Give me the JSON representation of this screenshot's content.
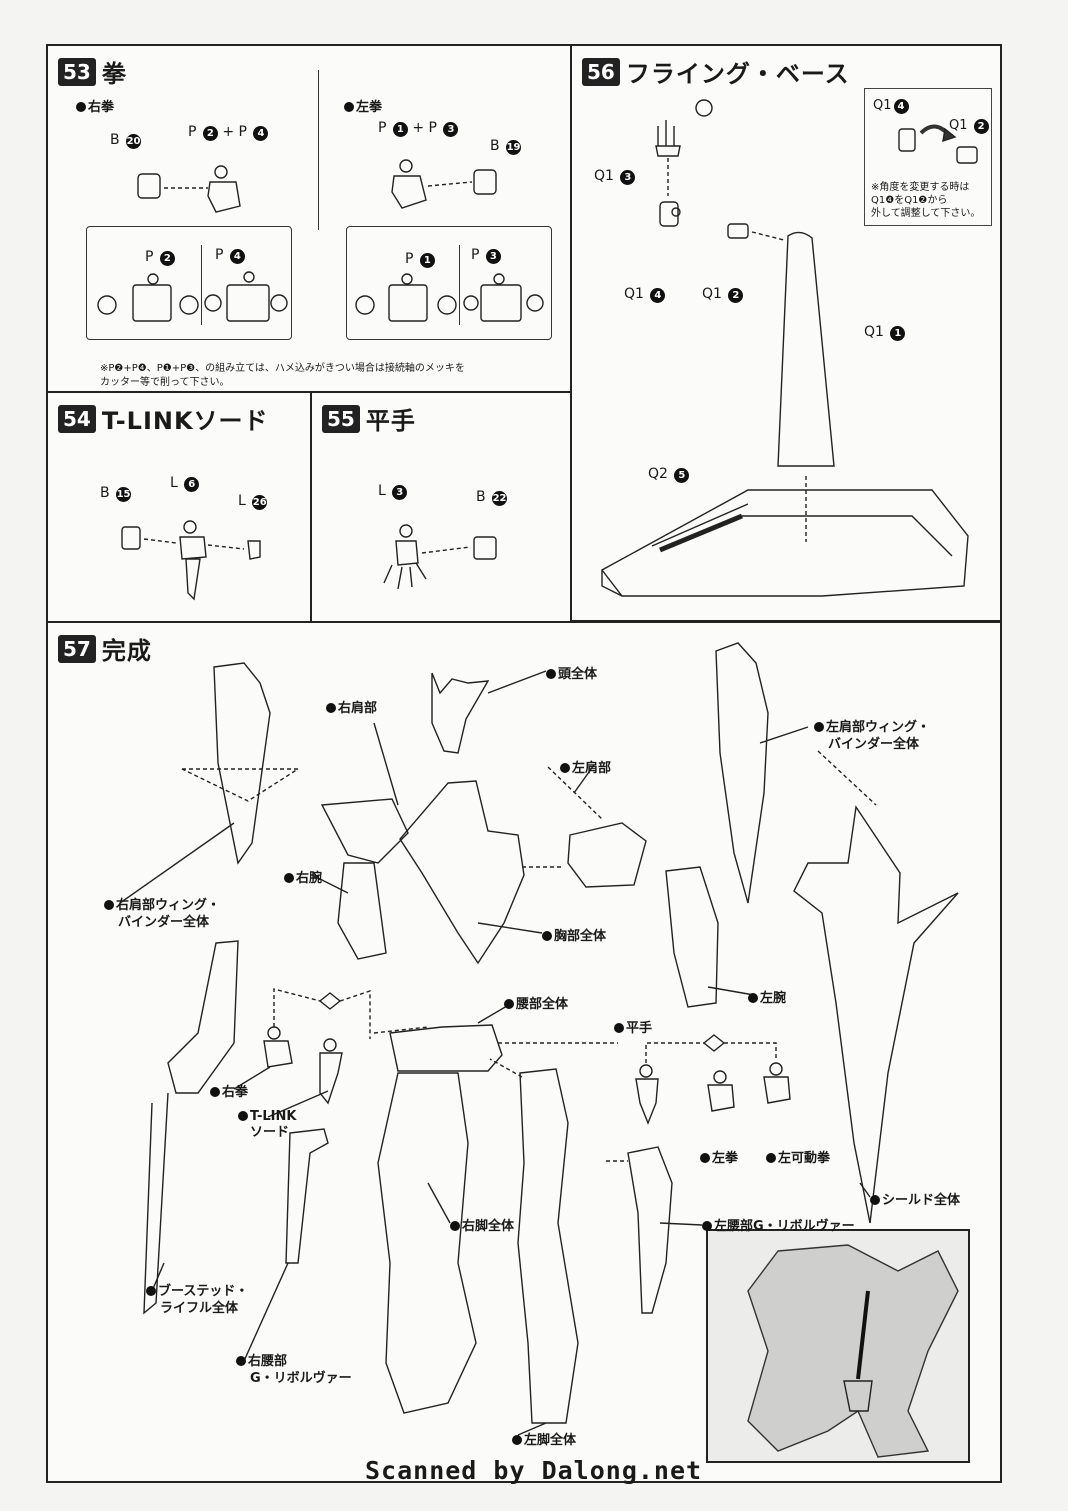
{
  "step53": {
    "number": "53",
    "title": "拳",
    "right_fist": "右拳",
    "left_fist": "左拳",
    "right_parts": {
      "runner1": "B",
      "n1": "20",
      "runner2": "P",
      "n2": "2",
      "plus": "+",
      "runner3": "P",
      "n3": "4"
    },
    "left_parts": {
      "runner1": "P",
      "n1": "1",
      "plus": "+",
      "runner2": "P",
      "n2": "3",
      "runner3": "B",
      "n3": "19"
    },
    "detail_right": {
      "a_runner": "P",
      "a_n": "2",
      "b_runner": "P",
      "b_n": "4"
    },
    "detail_left": {
      "a_runner": "P",
      "a_n": "1",
      "b_runner": "P",
      "b_n": "3"
    },
    "note_line1": "※P❷+P❹、P❶+P❸、の組み立ては、ハメ込みがきつい場合は接続軸のメッキを",
    "note_line2": "カッター等で削って下さい。"
  },
  "step54": {
    "number": "54",
    "title": "T-LINKソード",
    "parts": {
      "r1": "B",
      "n1": "15",
      "r2": "L",
      "n2": "6",
      "r3": "L",
      "n3": "26"
    }
  },
  "step55": {
    "number": "55",
    "title": "平手",
    "parts": {
      "r1": "L",
      "n1": "3",
      "r2": "B",
      "n2": "22"
    }
  },
  "step56": {
    "number": "56",
    "title": "フライング・ベース",
    "parts": {
      "q1_3": {
        "r": "Q1",
        "n": "3"
      },
      "q1_4": {
        "r": "Q1",
        "n": "4"
      },
      "q1_2": {
        "r": "Q1",
        "n": "2"
      },
      "q1_1": {
        "r": "Q1",
        "n": "1"
      },
      "q2_5": {
        "r": "Q2",
        "n": "5"
      }
    },
    "hint": {
      "top_a_r": "Q1",
      "top_a_n": "4",
      "top_b_r": "Q1",
      "top_b_n": "2",
      "line1": "※角度を変更する時は",
      "line2": "Q1❹をQ1❷から",
      "line3": "外して調整して下さい。"
    }
  },
  "step57": {
    "number": "57",
    "title": "完成",
    "labels": {
      "head": "頭全体",
      "right_shoulder": "右肩部",
      "left_shoulder": "左肩部",
      "left_wing_1": "左肩部ウィング・",
      "left_wing_2": "バインダー全体",
      "right_arm": "右腕",
      "chest": "胸部全体",
      "right_wing_1": "右肩部ウィング・",
      "right_wing_2": "バインダー全体",
      "left_arm": "左腕",
      "waist": "腰部全体",
      "open_hand": "平手",
      "right_fist": "右拳",
      "tlink_1": "T-LINK",
      "tlink_2": "ソード",
      "left_fist": "左拳",
      "left_movable_fist": "左可動拳",
      "shield": "シールド全体",
      "right_leg": "右脚全体",
      "left_g_revolver": "左腰部G・リボルヴァー",
      "rifle_1": "ブーステッド・",
      "rifle_2": "ライフル全体",
      "right_g_1": "右腰部",
      "right_g_2": "G・リボルヴァー",
      "left_leg": "左脚全体"
    }
  },
  "footer": "Scanned by Dalong.net"
}
